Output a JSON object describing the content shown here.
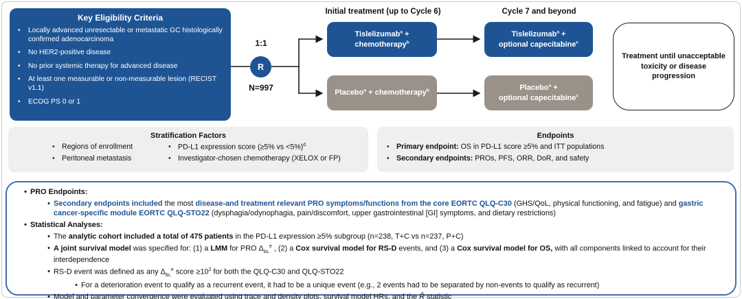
{
  "colors": {
    "dark_blue": "#1F5494",
    "arm_gray": "#9A9189",
    "panel_gray": "#F0EFED",
    "blue_text": "#1F5494",
    "bottom_border_blue": "#3F6DAD",
    "outer_border": "#C9C9C9",
    "line_black": "#1a1a1a"
  },
  "eligibility": {
    "title": "Key Eligibility Criteria",
    "items": [
      "Locally advanced unresectable or metastatic GC histologically confirmed adenocarcinoma",
      "No HER2-positive disease",
      "No prior systemic therapy for advanced disease",
      "At least one measurable or non-measurable lesion (RECIST v1.1)",
      "ECOG PS 0 or 1"
    ]
  },
  "randomization": {
    "ratio": "1:1",
    "symbol": "R",
    "n": "N=997"
  },
  "flow": {
    "initial_header": "Initial treatment (up to Cycle 6)",
    "cycle7_header": "Cycle 7 and beyond",
    "arm1_initial": [
      {
        "t": "Tislelizumab"
      },
      {
        "t": "a",
        "sup": true
      },
      {
        "t": " +"
      },
      {
        "br": true
      },
      {
        "t": "chemotherapy"
      },
      {
        "t": "b",
        "sup": true
      }
    ],
    "arm2_initial": [
      {
        "t": "Placebo"
      },
      {
        "t": "a",
        "sup": true
      },
      {
        "t": " + chemotherapy"
      },
      {
        "t": "b",
        "sup": true
      }
    ],
    "arm1_cycle7": [
      {
        "t": "Tislelizumab"
      },
      {
        "t": "a",
        "sup": true
      },
      {
        "t": " +"
      },
      {
        "br": true
      },
      {
        "t": "optional capecitabine"
      },
      {
        "t": "c",
        "sup": true
      }
    ],
    "arm2_cycle7": [
      {
        "t": "Placebo"
      },
      {
        "t": "a",
        "sup": true
      },
      {
        "t": " +"
      },
      {
        "br": true
      },
      {
        "t": "optional capecitabine"
      },
      {
        "t": "c",
        "sup": true
      }
    ],
    "outcome": "Treatment until unacceptable toxicity or disease progression"
  },
  "stratification": {
    "title": "Stratification Factors",
    "col1": [
      "Regions of enrollment",
      "Peritoneal metastasis"
    ],
    "col2": [
      [
        {
          "t": "PD-L1 expression score (≥5% vs <5%)"
        },
        {
          "t": "d",
          "sup": true
        }
      ],
      [
        {
          "t": "Investigator-chosen chemotherapy (XELOX or FP)"
        }
      ]
    ]
  },
  "endpoints": {
    "title": "Endpoints",
    "items": [
      [
        {
          "t": "Primary endpoint:",
          "b": true
        },
        {
          "t": " OS in PD-L1 score ≥5% and ITT populations"
        }
      ],
      [
        {
          "t": "Secondary endpoints:",
          "b": true
        },
        {
          "t": " PROs, PFS, ORR, DoR, and safety"
        }
      ]
    ]
  },
  "bottom": {
    "pro_heading": "PRO Endpoints:",
    "pro_detail": [
      {
        "t": "Secondary endpoints included",
        "b": true,
        "c": "#1F5494"
      },
      {
        "t": " the most "
      },
      {
        "t": "disease-and treatment relevant PRO symptoms/functions from the core EORTC QLQ-C30",
        "b": true,
        "c": "#1F5494"
      },
      {
        "t": " (GHS/QoL, physical functioning, and fatigue) and "
      },
      {
        "t": "gastric cancer-specific module EORTC QLQ-STO22",
        "b": true,
        "c": "#1F5494"
      },
      {
        "t": " (dysphagia/odynophagia, pain/discomfort, upper gastrointestinal [GI] symptoms, and dietary restrictions)"
      }
    ],
    "stats_heading": "Statistical Analyses:",
    "stat1": [
      {
        "t": "The "
      },
      {
        "t": "analytic cohort included a total of 475 patients",
        "b": true
      },
      {
        "t": " in the PD-L1 expression ≥5% subgroup (n=238, T+C vs n=237, P+C)"
      }
    ],
    "stat2": [
      {
        "t": "A joint survival model",
        "b": true
      },
      {
        "t": " was specified for: (1) a "
      },
      {
        "t": "LMM",
        "b": true
      },
      {
        "t": " for PRO Δ"
      },
      {
        "t": "BL",
        "sub": true
      },
      {
        "t": "e",
        "sup": true
      },
      {
        "t": " , (2) a "
      },
      {
        "t": "Cox survival model for RS-D",
        "b": true
      },
      {
        "t": " events, and (3) a "
      },
      {
        "t": "Cox survival model for OS,",
        "b": true
      },
      {
        "t": " with all components linked to account for their interdependence"
      }
    ],
    "stat3": [
      {
        "t": "RS-D event was defined as any Δ"
      },
      {
        "t": "BL",
        "sub": true
      },
      {
        "t": "e",
        "sup": true
      },
      {
        "t": " score ≥10"
      },
      {
        "t": "2",
        "sup": true
      },
      {
        "t": " for both the QLQ-C30 and QLQ-STO22"
      }
    ],
    "stat3_sub": [
      {
        "t": "For a deterioration event to qualify as a recurrent event, it had to be a unique event (e.g., 2 events had to be separated by non-events to qualify as recurrent)"
      }
    ],
    "stat4": [
      {
        "t": "Model and parameter convergence were evaluated using trace and density plots, survival model HRs, and the "
      },
      {
        "t": "R̂",
        "i": true
      },
      {
        "t": " statistic"
      }
    ]
  },
  "glyphs": {
    "bullet": "•"
  }
}
